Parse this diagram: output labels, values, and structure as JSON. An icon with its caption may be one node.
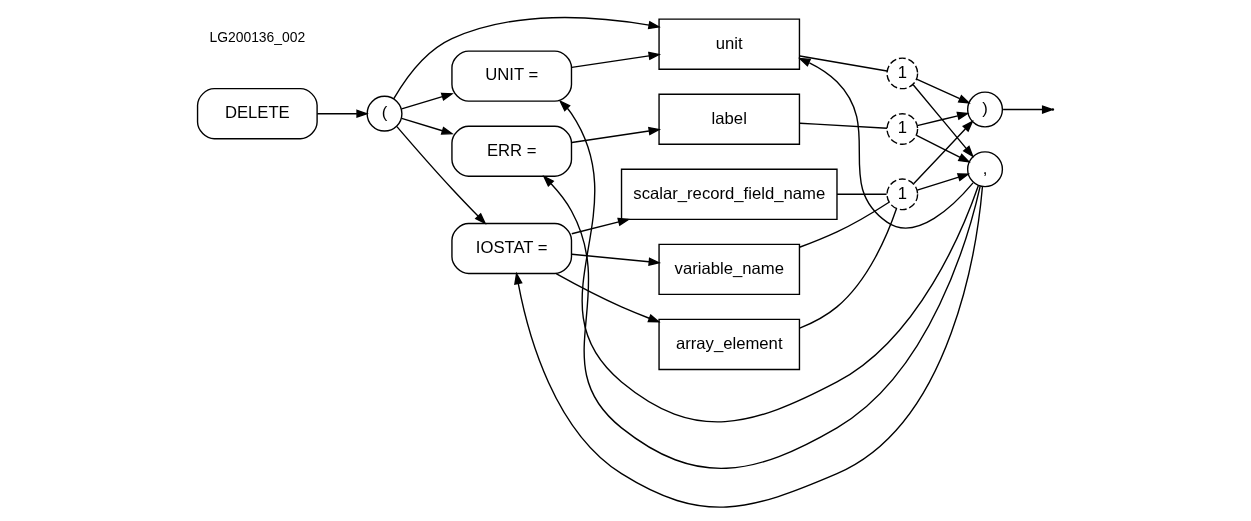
{
  "diagram": {
    "nodes": [
      {
        "text": [
          "DELETE"
        ]
      },
      {
        "text": [
          "("
        ]
      },
      {
        "text": [
          "UNIT ="
        ]
      },
      {
        "text": [
          "unit"
        ]
      },
      {
        "text": [
          "1"
        ]
      },
      {
        "text": [
          "ERR ="
        ]
      },
      {
        "text": [
          "label"
        ]
      },
      {
        "text": [
          "1"
        ]
      },
      {
        "text": [
          "IOSTAT ="
        ]
      },
      {
        "text": [
          "variable_name"
        ]
      },
      {
        "text": [
          "array_element"
        ]
      },
      {
        "text": [
          "scalar_record_field_name"
        ]
      },
      {
        "text": [
          "1"
        ]
      },
      {
        "text": [
          ")"
        ]
      },
      {
        "text": [
          ","
        ]
      }
    ],
    "edges": [
      {
        "from": 0,
        "to": 1,
        "arrow": "to"
      },
      {
        "from": 1,
        "to": 2,
        "arrow": "to"
      },
      {
        "from": 1,
        "to": 3,
        "arrow": "to"
      },
      {
        "from": 1,
        "to": 5,
        "arrow": "to"
      },
      {
        "from": 1,
        "to": 8,
        "arrow": "to"
      },
      {
        "from": 2,
        "to": 3,
        "arrow": "to"
      },
      {
        "from": 3,
        "to": 4,
        "arrow": "none"
      },
      {
        "from": 4,
        "to": 13,
        "arrow": "to"
      },
      {
        "from": 4,
        "to": 14,
        "arrow": "to"
      },
      {
        "from": 5,
        "to": 6,
        "arrow": "to"
      },
      {
        "from": 6,
        "to": 7,
        "arrow": "none"
      },
      {
        "from": 7,
        "to": 13,
        "arrow": "to"
      },
      {
        "from": 7,
        "to": 14,
        "arrow": "to"
      },
      {
        "from": 8,
        "to": 9,
        "arrow": "to"
      },
      {
        "from": 8,
        "to": 10,
        "arrow": "to"
      },
      {
        "from": 8,
        "to": 11,
        "arrow": "to"
      },
      {
        "from": 9,
        "to": 12,
        "arrow": "none"
      },
      {
        "from": 10,
        "to": 12,
        "arrow": "none"
      },
      {
        "from": 11,
        "to": 12,
        "arrow": "none"
      },
      {
        "from": 12,
        "to": 13,
        "arrow": "to"
      },
      {
        "from": 12,
        "to": 14,
        "arrow": "to"
      },
      {
        "from": 14,
        "to": 2,
        "arrow": "to"
      },
      {
        "from": 14,
        "to": 3,
        "arrow": "to"
      },
      {
        "from": 14,
        "to": 5,
        "arrow": "to"
      },
      {
        "from": 14,
        "to": 8,
        "arrow": "to"
      },
      {
        "from": 13,
        "to": null,
        "arrow": "to"
      }
    ],
    "labels": [
      "LG200136_002"
    ]
  }
}
